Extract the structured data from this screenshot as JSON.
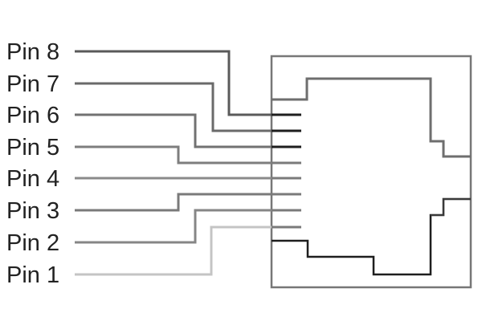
{
  "pins": [
    {
      "label": "Pin 8",
      "color": "#5a5a5a"
    },
    {
      "label": "Pin 7",
      "color": "#6a6a6a"
    },
    {
      "label": "Pin 6",
      "color": "#727272"
    },
    {
      "label": "Pin 5",
      "color": "#7e7e7e"
    },
    {
      "label": "Pin 4",
      "color": "#8a8a8a"
    },
    {
      "label": "Pin 3",
      "color": "#7a7a7a"
    },
    {
      "label": "Pin 2",
      "color": "#868686"
    },
    {
      "label": "Pin 1",
      "color": "#c4c4c4"
    }
  ],
  "colors": {
    "outline": "#777777",
    "socket_dark": "#1e1e1e",
    "socket_mid": "#6e6e6e"
  }
}
